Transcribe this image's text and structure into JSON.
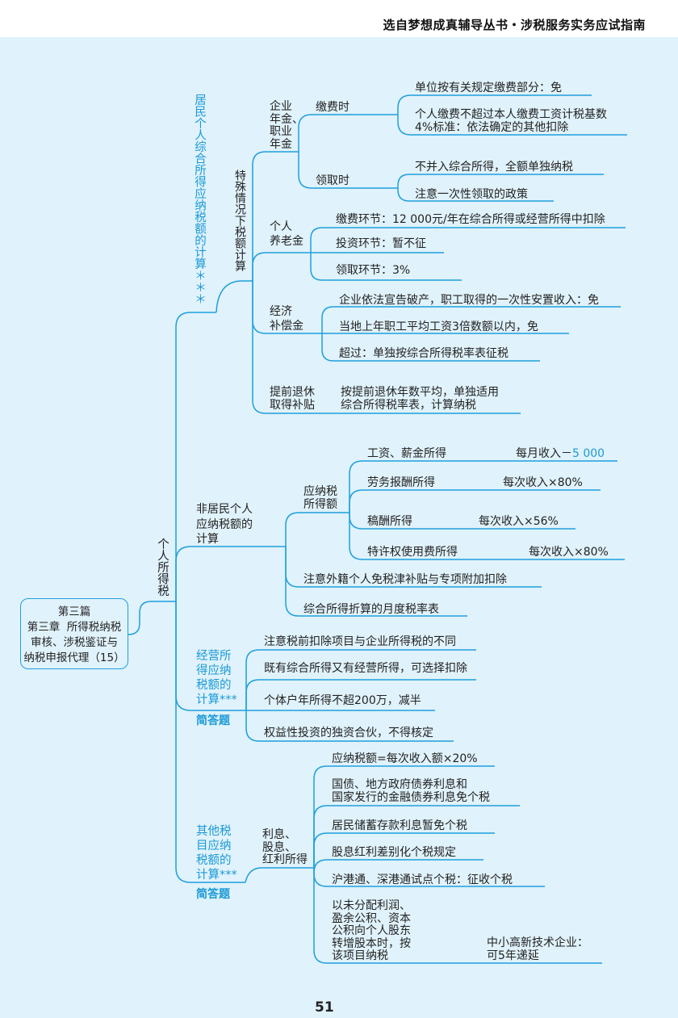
{
  "header": {
    "title": "选自梦想成真辅导丛书・涉税服务实务应试指南"
  },
  "page_number": "51",
  "root": {
    "label": "第三篇\n第三章  所得税纳税\n审核、涉税鉴证与\n纳税申报代理（15）"
  },
  "main": {
    "label": "个人所得税"
  },
  "b1": {
    "title": "居民个人综合所得应纳税额的计算＊＊＊",
    "sub": "特殊情况下税额计算",
    "annuity": {
      "label": "企业\n年金、\n职业\n年金",
      "pay": {
        "label": "缴费时",
        "items": [
          "单位按有关规定缴费部分：免",
          "个人缴费不超过本人缴费工资计税基数\n4%标准：依法确定的其他扣除"
        ]
      },
      "receive": {
        "label": "领取时",
        "items": [
          "不并入综合所得，全额单独纳税",
          "注意一次性领取的政策"
        ]
      }
    },
    "pension": {
      "label": "个人\n养老金",
      "items": [
        "缴费环节：12 000元/年在综合所得或经营所得中扣除",
        "投资环节：暂不征",
        "领取环节：3%"
      ]
    },
    "compensation": {
      "label": "经济\n补偿金",
      "items": [
        "企业依法宣告破产，职工取得的一次性安置收入：免",
        "当地上年职工平均工资3倍数额以内，免",
        "超过：单独按综合所得税率表征税"
      ]
    },
    "early": {
      "label": "提前退休\n取得补贴",
      "text": "按提前退休年数平均，单独适用\n综合所得税率表，计算纳税"
    }
  },
  "b2": {
    "title": "非居民个人\n应纳税额的\n计算",
    "taxable": {
      "label": "应纳税\n所得额",
      "items": [
        {
          "name": "工资、薪金所得",
          "formula": "每月收入－",
          "formula_hl": "5 000"
        },
        {
          "name": "劳务报酬所得",
          "formula": "每次收入×80%"
        },
        {
          "name": "稿酬所得",
          "formula": "每次收入×56%"
        },
        {
          "name": "特许权使用费所得",
          "formula": "每次收入×80%"
        }
      ]
    },
    "items": [
      "注意外籍个人免税津补贴与专项附加扣除",
      "综合所得折算的月度税率表"
    ]
  },
  "b3": {
    "title": "经营所\n得应纳\n税额的\n计算***",
    "tag": "简答题",
    "items": [
      "注意税前扣除项目与企业所得税的不同",
      "既有综合所得又有经营所得，可选择扣除",
      "个体户年所得不超200万，减半",
      "权益性投资的独资合伙，不得核定"
    ]
  },
  "b4": {
    "title": "其他税\n目应纳\n税额的\n计算***",
    "tag": "简答题",
    "sub": "利息、\n股息、\n红利所得",
    "items": [
      "应纳税额=每次收入额×20%",
      "国债、地方政府债券利息和\n国家发行的金融债券利息免个税",
      "居民储蓄存款利息暂免个税",
      "股息红利差别化个税规定",
      "沪港通、深港通试点个税：征收个税",
      "以未分配利润、\n盈余公积、资本\n公积向个人股东\n转增股本时，按\n该项目纳税"
    ],
    "note": "中小高新技术企业：\n可5年递延"
  },
  "colors": {
    "line": "#1ea0dc",
    "accent": "#1a9ad6",
    "background": "#e0f2fb"
  }
}
